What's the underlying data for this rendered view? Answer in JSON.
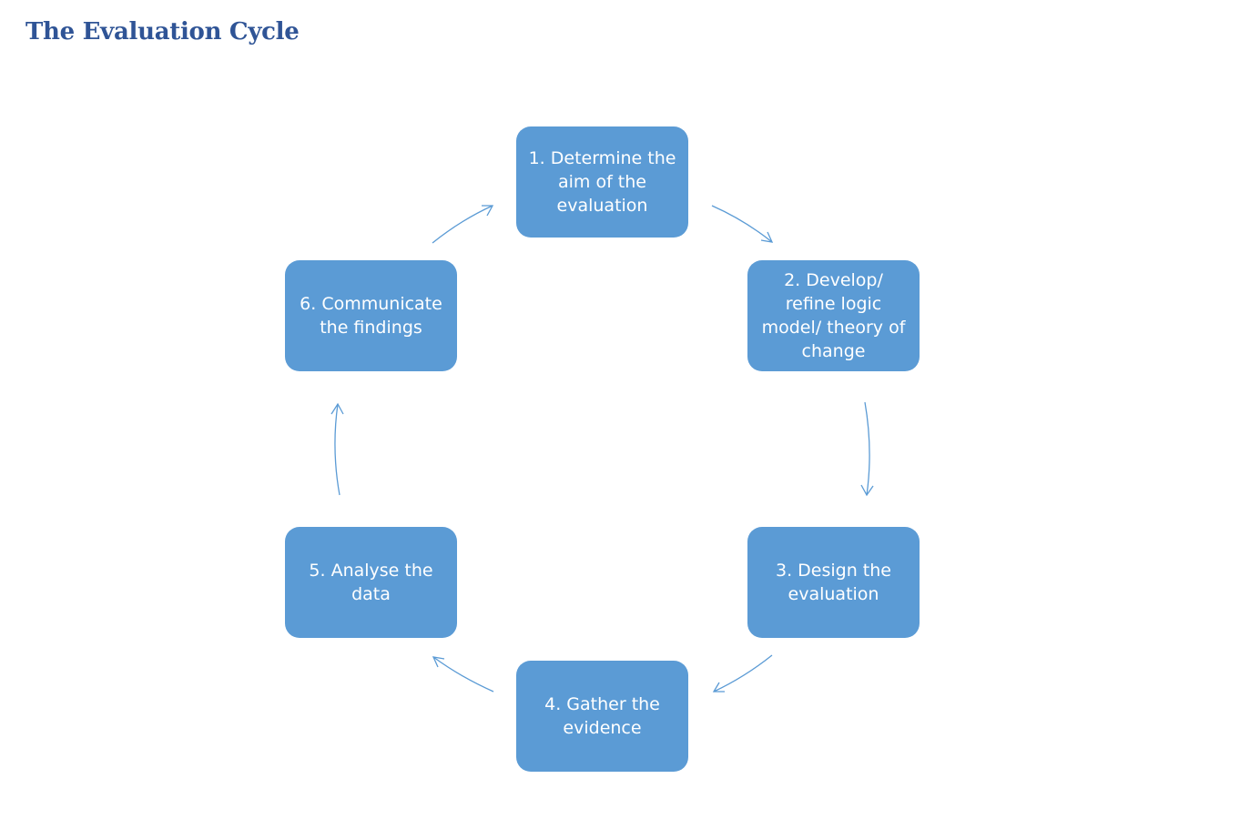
{
  "page": {
    "title": "The Evaluation Cycle"
  },
  "cycle": {
    "steps": [
      {
        "label": "1. Determine the aim of the evaluation"
      },
      {
        "label": "2. Develop/ refine logic model/ theory of change"
      },
      {
        "label": "3. Design the evaluation"
      },
      {
        "label": "4. Gather the evidence"
      },
      {
        "label": "5. Analyse the data"
      },
      {
        "label": "6. Communicate the findings"
      }
    ],
    "colors": {
      "node_fill": "#5b9bd5",
      "node_text": "#ffffff",
      "arrow": "#5b9bd5",
      "title": "#2f5496"
    }
  }
}
